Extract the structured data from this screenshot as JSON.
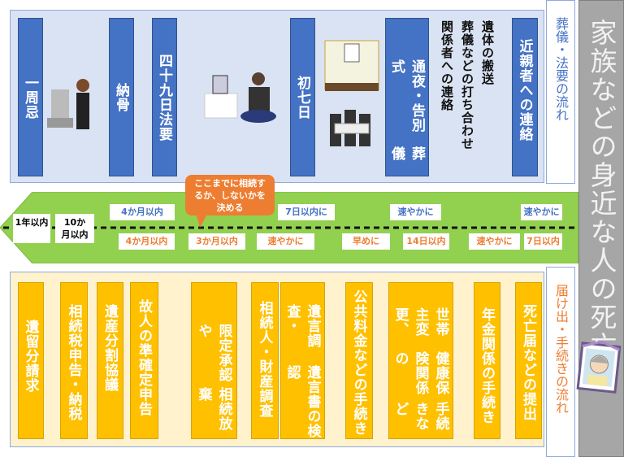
{
  "title": "家族などの身近な人の死亡",
  "funeral_label": "葬儀・法要の流れ",
  "procedure_label": "届け出・手続きの流れ",
  "funeral_steps": [
    {
      "lines": [
        "一周忌"
      ]
    },
    {
      "lines": [
        "納骨"
      ]
    },
    {
      "lines": [
        "四十九日法要"
      ]
    },
    {
      "lines": [
        "初七日"
      ]
    },
    {
      "lines": [
        "通夜・告別式",
        "葬儀"
      ]
    },
    {
      "lines": [
        "近親者への連絡"
      ]
    }
  ],
  "funeral_notes": [
    "遺体の搬送",
    "葬儀などの打ち合わせ",
    "関係者への連絡"
  ],
  "timeline": {
    "left": [
      "1年以内",
      "10か月以内"
    ],
    "top": [
      "4か月以内",
      "7日以内に",
      "速やかに",
      "速やかに"
    ],
    "bottom": [
      "4か月以内",
      "3か月以内",
      "速やかに",
      "早めに",
      "14日以内",
      "速やかに",
      "7日以内"
    ],
    "callout": "ここまでに相続するか、しないかを決める"
  },
  "procedures": [
    {
      "lines": [
        "遺留分請求"
      ]
    },
    {
      "lines": [
        "相続税申告・納税"
      ]
    },
    {
      "lines": [
        "遺産分割協議"
      ]
    },
    {
      "lines": [
        "故人の準確定申告"
      ]
    },
    {
      "lines": [
        "限定承認や",
        "相続放棄"
      ]
    },
    {
      "lines": [
        "相続人・財産調査"
      ]
    },
    {
      "lines": [
        "遺言調査・",
        "遺言書の検認"
      ]
    },
    {
      "lines": [
        "公共料金などの手続き"
      ]
    },
    {
      "lines": [
        "世帯主変更、",
        "健康保険関係の",
        "手続きなど"
      ]
    },
    {
      "lines": [
        "年金関係の手続き"
      ]
    },
    {
      "lines": [
        "死亡届などの提出"
      ]
    }
  ],
  "colors": {
    "blue": "#4472c4",
    "orange": "#ffc000",
    "green": "#92d050",
    "accent": "#ed7d31"
  }
}
